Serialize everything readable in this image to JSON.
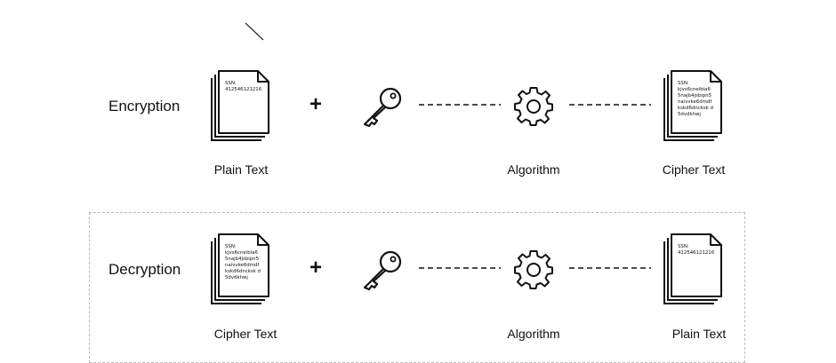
{
  "encryption": {
    "label": "Encryption",
    "plus": "+",
    "input_doc": {
      "lines": [
        "SSN:",
        "412546121216"
      ]
    },
    "output_doc": {
      "lines": [
        "SSN:",
        "kjvs6cneibia6",
        "5najb4jsbipn5",
        "naivvke6dmdf",
        "kskd6dncksk d",
        "5dvdkhwj"
      ]
    },
    "captions": {
      "input": "Plain Text",
      "algorithm": "Algorithm",
      "output": "Cipher Text"
    }
  },
  "decryption": {
    "label": "Decryption",
    "plus": "+",
    "input_doc": {
      "lines": [
        "SSN:",
        "kjvs6cneibia6",
        "5najb4jsbipn5",
        "naivvke6dmdf",
        "kskd6dncksk d",
        "5dvdkhwj"
      ]
    },
    "output_doc": {
      "lines": [
        "SSN:",
        "412546121216"
      ]
    },
    "captions": {
      "input": "Cipher Text",
      "algorithm": "Algorithm",
      "output": "Plain Text"
    }
  },
  "icons": [
    "document-stack-icon",
    "key-icon",
    "gear-icon"
  ],
  "colors": {
    "ink": "#111111",
    "border": "#b9b9b9",
    "background": "#ffffff"
  }
}
